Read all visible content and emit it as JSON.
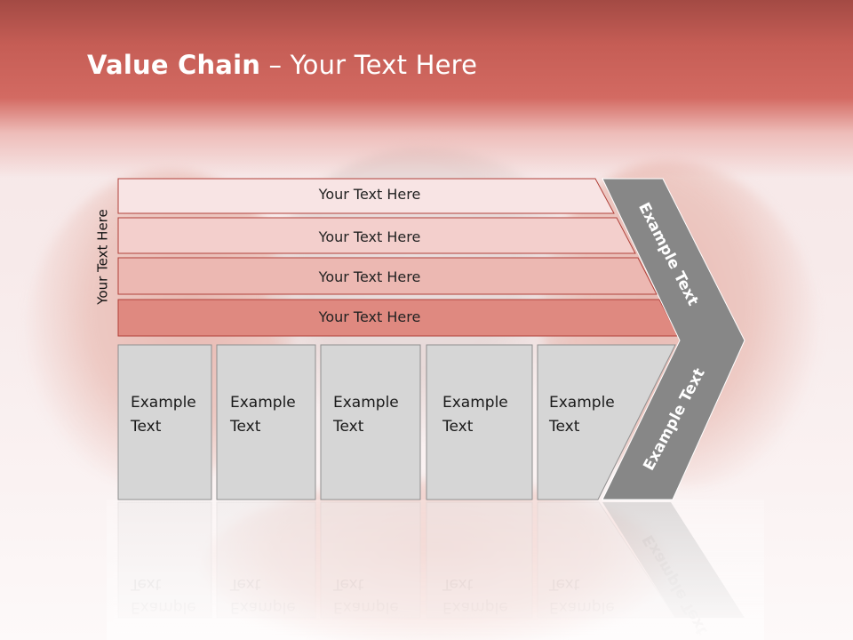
{
  "slide": {
    "title_bold": "Value Chain",
    "title_rest": " – Your Text Here",
    "side_label": "Your Text Here"
  },
  "bars": [
    {
      "label": "Your Text Here",
      "fill": "#f8e4e4"
    },
    {
      "label": "Your Text Here",
      "fill": "#f3cfcc"
    },
    {
      "label": "Your Text Here",
      "fill": "#ecb8b2"
    },
    {
      "label": "Your Text Here",
      "fill": "#df8980"
    }
  ],
  "boxes": [
    {
      "line1": "Example",
      "line2": "Text"
    },
    {
      "line1": "Example",
      "line2": "Text"
    },
    {
      "line1": "Example",
      "line2": "Text"
    },
    {
      "line1": "Example",
      "line2": "Text"
    },
    {
      "line1": "Example",
      "line2": "Text"
    }
  ],
  "arrow": {
    "upper_label": "Example Text",
    "lower_label": "Example Text",
    "fill": "#878787"
  },
  "colors": {
    "header": "#c55d55",
    "bar_stroke": "#b0413a",
    "box_fill": "#d6d6d6",
    "box_stroke": "#8f8f8f"
  }
}
